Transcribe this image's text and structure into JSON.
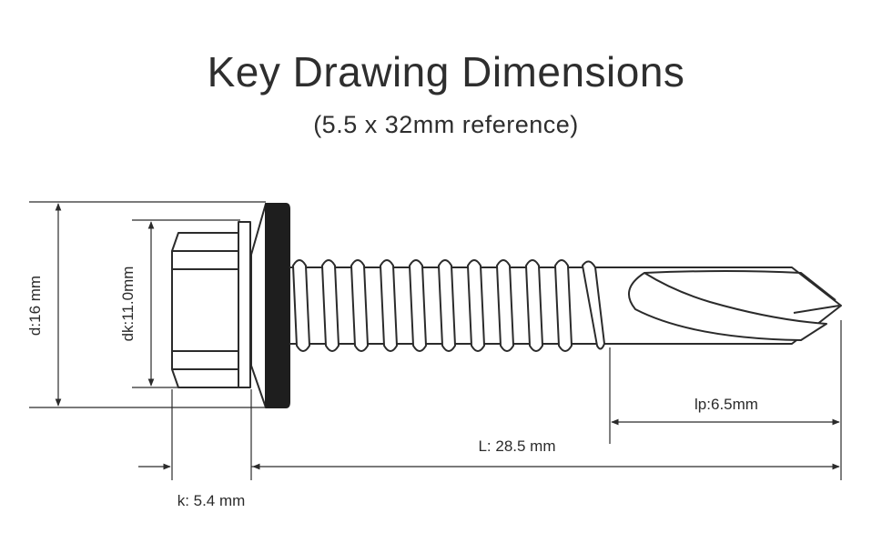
{
  "title": "Key Drawing Dimensions",
  "subtitle": "(5.5 x 32mm reference)",
  "dimensions": {
    "d": "d:16 mm",
    "dk": "dk:11.0mm",
    "k": "k: 5.4 mm",
    "L": "L: 28.5 mm",
    "lp": "lp:6.5mm"
  },
  "colors": {
    "line": "#2b2b2b",
    "washer": "#1e1e1e",
    "background": "#ffffff"
  }
}
